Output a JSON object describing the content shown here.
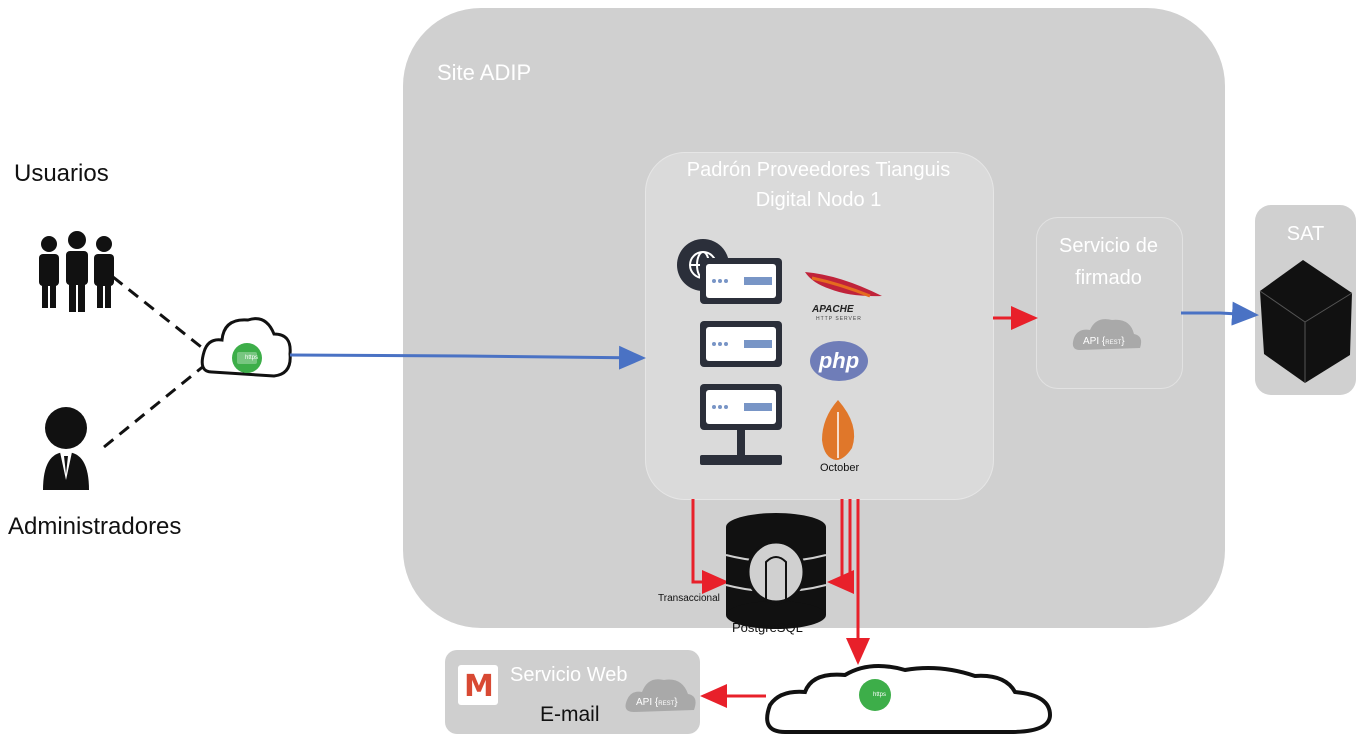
{
  "labels": {
    "site": "Site ADIP",
    "node_line1": "Padrón Proveedores Tianguis",
    "node_line2": "Digital Nodo 1",
    "firmado_line1": "Servicio de",
    "firmado_line2": "firmado",
    "sat": "SAT",
    "usuarios": "Usuarios",
    "administradores": "Administradores",
    "transaccional": "Transaccional",
    "postgres": "PostgreSQL",
    "mail_title": "Servicio Web",
    "mail_email": "E-mail",
    "apache": "APACHE",
    "apache_sub": "HTTP SERVER",
    "php": "php",
    "october": "October",
    "api": "API",
    "rest": "REST",
    "https": "https",
    "mlogo": "M"
  },
  "icons": [
    "users-icon",
    "admin-icon",
    "https-cloud-icon",
    "web-server-icon",
    "server-icon",
    "apache-feather-icon",
    "php-logo",
    "october-logo",
    "postgresql-icon",
    "api-rest-icon",
    "sat-cube-icon",
    "mail-m-logo"
  ],
  "colors": {
    "container": "#d0d0d0",
    "blue_link": "#4a72c4",
    "red_link": "#e8202a",
    "cloud_green": "#3dae49"
  }
}
